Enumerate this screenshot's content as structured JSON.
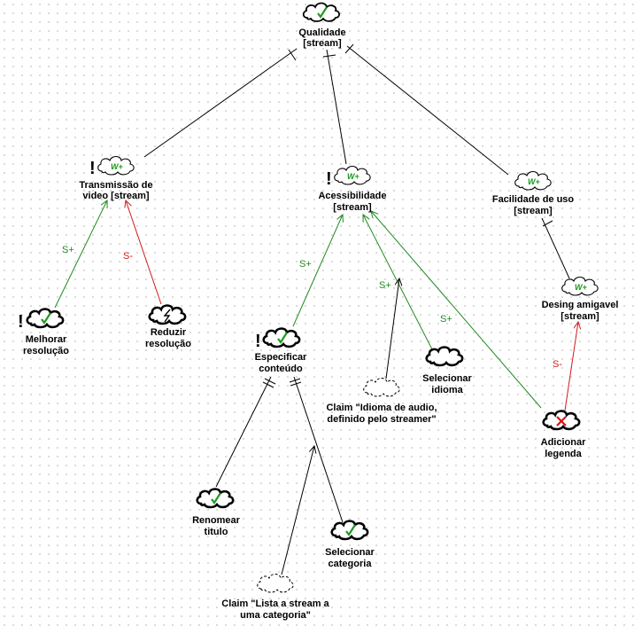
{
  "colors": {
    "contribution_positive": "#1f8a1f",
    "contribution_negative": "#d11a1a",
    "decomposition": "#000000",
    "satisfied_check": "#1f9a1f",
    "denied_cross": "#dd1111"
  },
  "softgoals": {
    "qualidade": {
      "line1": "Qualidade",
      "line2": "[stream]",
      "icon": "satisfied-check"
    },
    "transmissao": {
      "line1": "Transmissão de",
      "line2": "video [stream]",
      "icon": "weakly-satisfied",
      "badge": "!"
    },
    "acessibilidade": {
      "line1": "Acessibilidade",
      "line2": "[stream]",
      "icon": "weakly-satisfied",
      "badge": "!"
    },
    "facilidade": {
      "line1": "Facilidade de uso",
      "line2": "[stream]",
      "icon": "weakly-satisfied"
    },
    "desing": {
      "line1": "Desing amigavel",
      "line2": "[stream]",
      "icon": "weakly-satisfied"
    }
  },
  "operations": {
    "melhorar": {
      "line1": "Melhorar",
      "line2": "resolução",
      "icon": "satisfied-check",
      "badge": "!"
    },
    "reduzir": {
      "line1": "Reduzir",
      "line2": "resolução",
      "icon": "undecided-lightning"
    },
    "especificar": {
      "line1": "Especificar",
      "line2": "conteúdo",
      "icon": "satisfied-check",
      "badge": "!"
    },
    "selecionar_idioma": {
      "line1": "Selecionar",
      "line2": "idioma",
      "icon": "blank"
    },
    "adicionar_legenda": {
      "line1": "Adicionar",
      "line2": "legenda",
      "icon": "denied-cross"
    },
    "renomear": {
      "line1": "Renomear",
      "line2": "titulo",
      "icon": "satisfied-check"
    },
    "selecionar_categoria": {
      "line1": "Selecionar",
      "line2": "categoria",
      "icon": "satisfied-check"
    }
  },
  "claims": {
    "idioma_audio": {
      "line1": "Claim \"Idioma de audio,",
      "line2": "definido pelo streamer\""
    },
    "lista_categoria": {
      "line1": "Claim \"Lista a stream a",
      "line2": "uma categoria\""
    }
  },
  "contributions": {
    "melhorar_transmissao": "S+",
    "reduzir_transmissao": "S-",
    "especificar_acessibilidade": "S+",
    "claim_selecionar": "S+",
    "legenda_acessibilidade": "S+",
    "legenda_desing": "S-"
  }
}
